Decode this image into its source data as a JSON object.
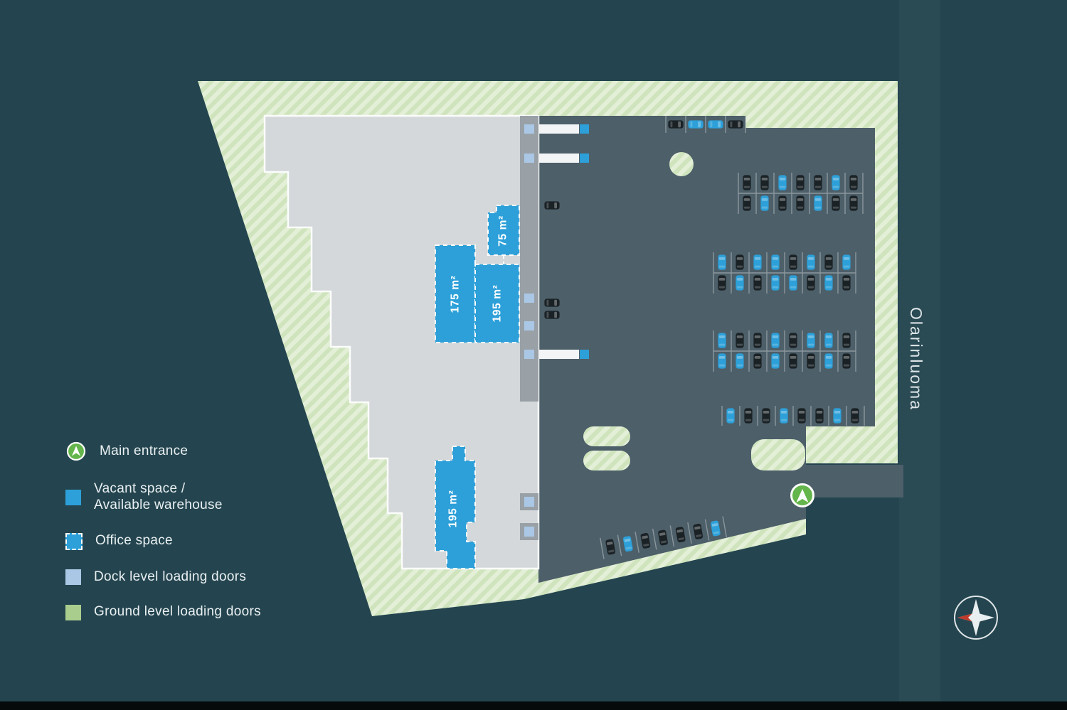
{
  "site_plan": {
    "street_name": "Olarinluoma",
    "units": [
      {
        "id": "unit-75",
        "label": "75 m²"
      },
      {
        "id": "unit-175",
        "label": "175 m²"
      },
      {
        "id": "unit-195-mid",
        "label": "195 m²"
      },
      {
        "id": "unit-195-south",
        "label": "195 m²"
      }
    ]
  },
  "legend": {
    "main_entrance": "Main entrance",
    "vacant_line1": "Vacant space /",
    "vacant_line2": "Available warehouse",
    "office": "Office space",
    "dock": "Dock level loading doors",
    "ground": "Ground level loading doors"
  },
  "colors": {
    "background": "#24454f",
    "vacant_blue": "#2da0d9",
    "dock_door_blue": "#aac8e5",
    "entrance_green": "#64b54b",
    "ground_green": "#a9cd8d",
    "lot_green": "#e3efd7",
    "building_gray": "#d4d8da",
    "asphalt_gray": "#4d5f69"
  }
}
